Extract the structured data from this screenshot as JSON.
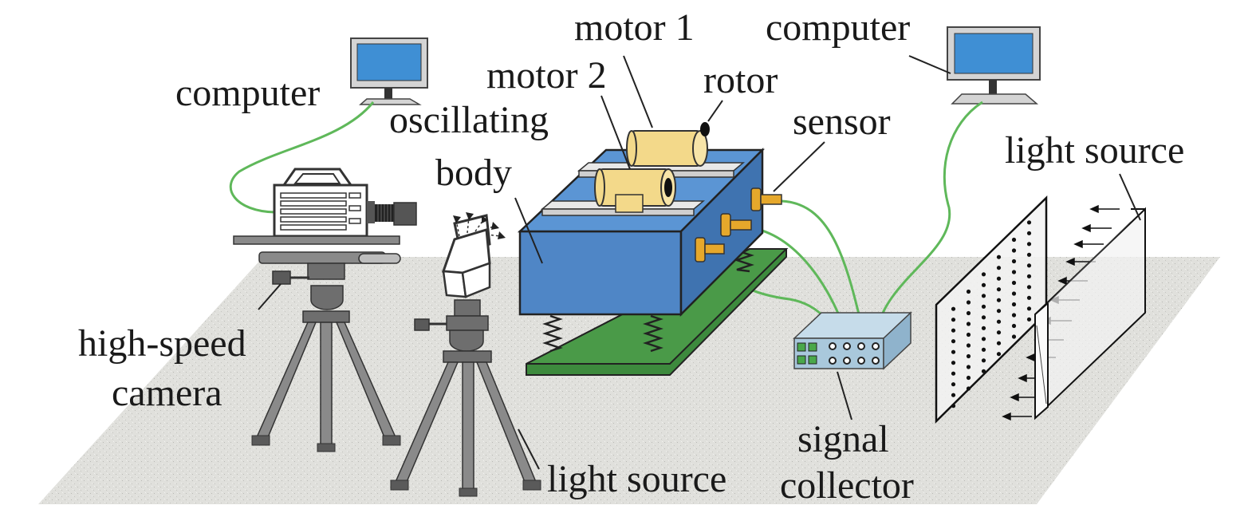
{
  "labels": {
    "computer_left": "computer",
    "computer_right": "computer",
    "motor_1": "motor 1",
    "motor_2": "motor 2",
    "rotor": "rotor",
    "oscillating": "oscillating",
    "body": "body",
    "sensor": "sensor",
    "light_source_right": "light source",
    "high_speed": "high-speed",
    "camera": "camera",
    "light_source_bottom": "light source",
    "signal": "signal",
    "collector": "collector"
  },
  "colors": {
    "floor": "#dcdcd8",
    "oscillating_body": "#4f86c6",
    "base_plate": "#3d8a3d",
    "motor": "#f3d98a",
    "sensor": "#e6a82b",
    "screen": "#3f8fd4",
    "tripod": "#7a7a7a",
    "cable": "#5fb85a",
    "collector_box": "#a9c8dc"
  }
}
